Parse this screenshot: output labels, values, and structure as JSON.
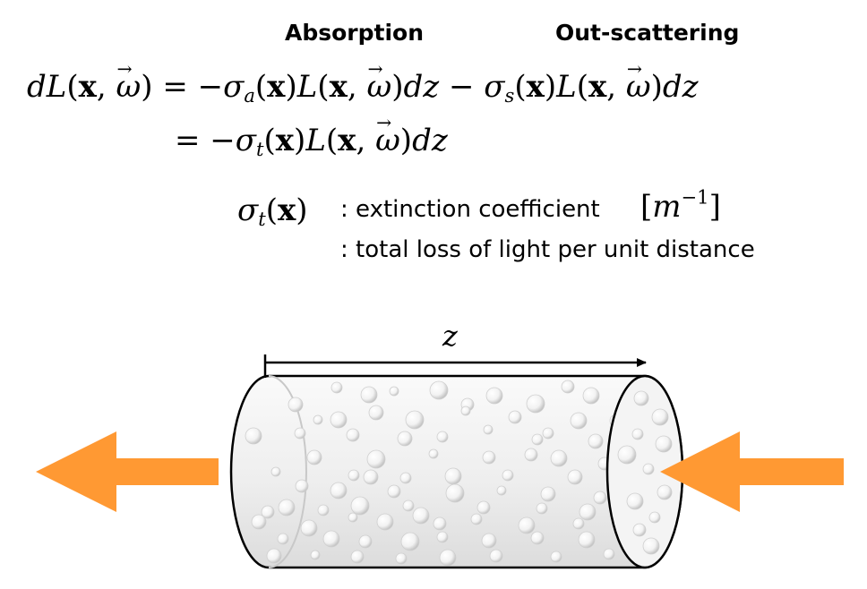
{
  "headings": {
    "absorption": "Absorption",
    "out_scattering": "Out-scattering"
  },
  "equation": {
    "line1_lhs": "dL(x, ω)",
    "eq_sign": "=",
    "absorption_term": "−σa(x)L(x, ω)dz",
    "minus": "−",
    "outscatter_term": "σs(x)L(x, ω)dz",
    "line2": "= −σt(x)L(x, ω)dz"
  },
  "definition": {
    "symbol": "σt(x)",
    "extinction_text": ": extinction coefficient",
    "unit": "[m⁻¹]",
    "total_loss_text": ": total loss of light per unit distance"
  },
  "diagram": {
    "length_label": "z",
    "arrow_color": "#FF9933",
    "cylinder_fill": "#EFEFEF"
  }
}
